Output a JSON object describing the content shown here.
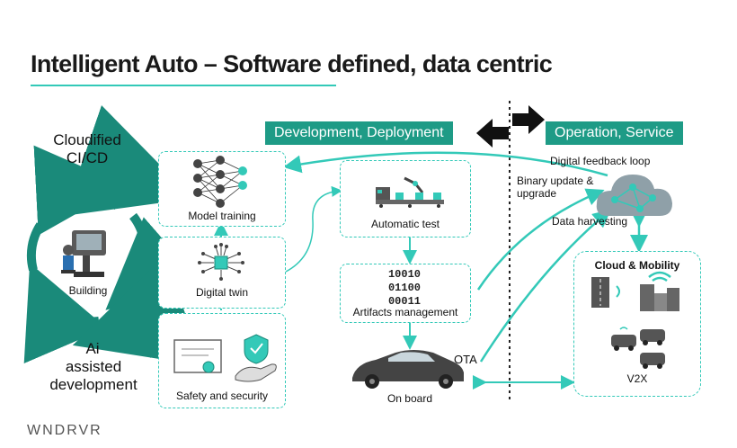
{
  "title": "Intelligent Auto – Software defined, data centric",
  "banners": {
    "development": "Development, Deployment",
    "operation": "Operation, Service"
  },
  "left": {
    "cloudified": [
      "Cloudified",
      "CI/CD"
    ],
    "building": "Building",
    "ai": [
      "Ai",
      "assisted",
      "development"
    ]
  },
  "boxes": {
    "model_training": "Model training",
    "digital_twin": "Digital twin",
    "safety": "Safety and security",
    "automatic_test": "Automatic test",
    "artifacts": "Artifacts management",
    "artifacts_binary": [
      "10010",
      "01100",
      "00011"
    ],
    "on_board": "On board",
    "cloud_mobility": "Cloud & Mobility",
    "v2x": "V2X"
  },
  "flows": {
    "feedback": "Digital feedback loop",
    "binary_update": [
      "Binary update &",
      "upgrade"
    ],
    "harvesting": "Data harvesting",
    "ota": "OTA"
  },
  "logo": "WNDRVR",
  "colors": {
    "teal": "#33c9b8",
    "dark_teal": "#1e9b86",
    "accent": "#1a8a7a"
  }
}
